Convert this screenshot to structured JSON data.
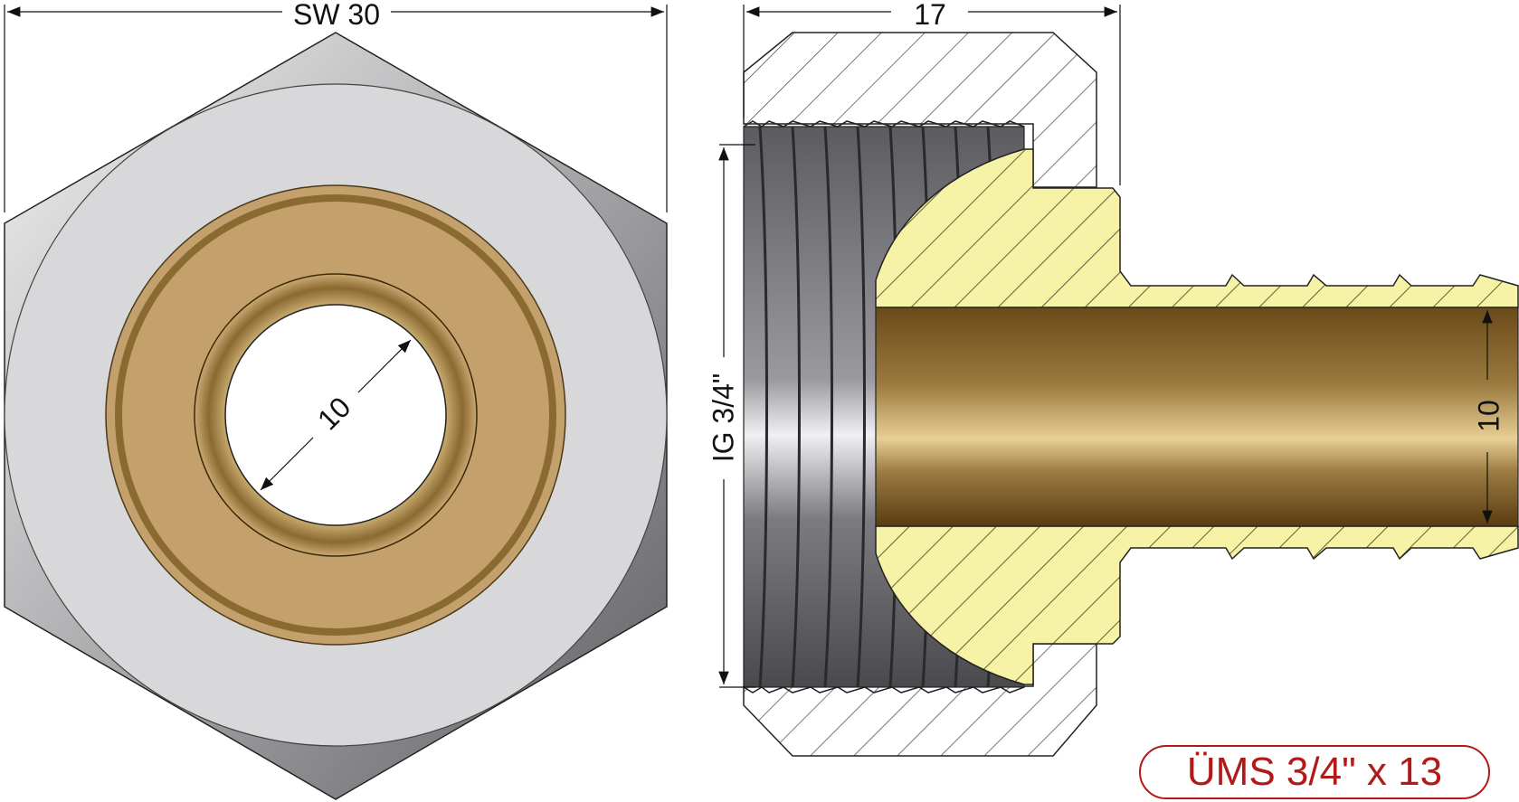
{
  "drawing": {
    "front_view": {
      "width_dimension": "SW 30",
      "bore_dimension": "10"
    },
    "section_view": {
      "length_dimension": "17",
      "thread_dimension": "IG 3/4\"",
      "bore_dimension": "10"
    },
    "product_label": "ÜMS 3/4\" x 13",
    "colors": {
      "steel_light": "#d8d8da",
      "steel_dark": "#6e6e72",
      "brass_face": "#c3a06c",
      "brass_section": "#f4f0a0",
      "bore_bronze": "#8a6a30",
      "label_red": "#b21a1a"
    }
  }
}
